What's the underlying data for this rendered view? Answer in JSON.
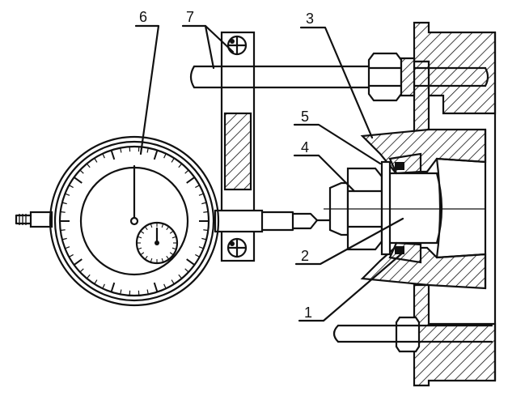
{
  "labels": {
    "l1": "1",
    "l2": "2",
    "l3": "3",
    "l4": "4",
    "l5": "5",
    "l6": "6",
    "l7": "7"
  },
  "colors": {
    "ink": "#111111",
    "paper": "#ffffff"
  }
}
